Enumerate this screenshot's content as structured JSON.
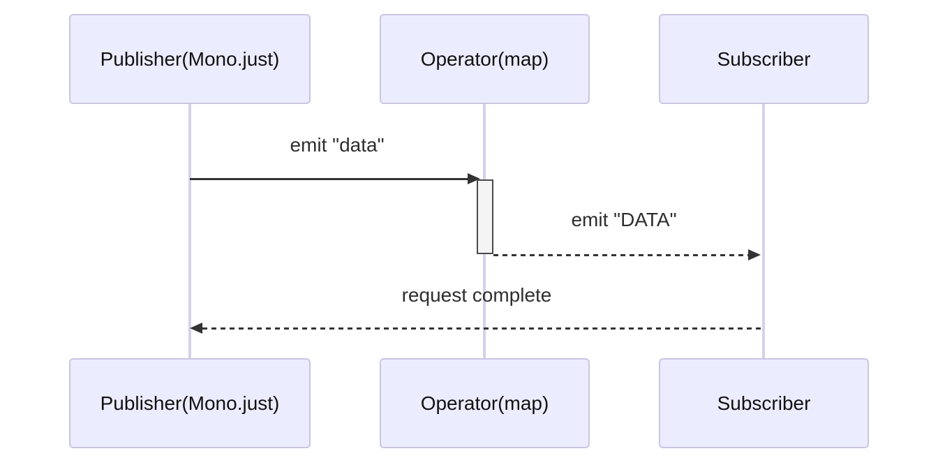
{
  "diagram": {
    "type": "sequence",
    "actors": [
      {
        "id": "publisher",
        "label": "Publisher(Mono.just)"
      },
      {
        "id": "operator",
        "label": "Operator(map)"
      },
      {
        "id": "subscriber",
        "label": "Subscriber"
      }
    ],
    "messages": [
      {
        "from": "publisher",
        "to": "operator",
        "label": "emit \"data\"",
        "line": "solid",
        "arrowhead": "filled-right"
      },
      {
        "from": "operator",
        "to": "subscriber",
        "label": "emit \"DATA\"",
        "line": "dashed",
        "arrowhead": "filled-right"
      },
      {
        "from": "subscriber",
        "to": "publisher",
        "label": "request complete",
        "line": "dashed",
        "arrowhead": "filled-left"
      }
    ],
    "activations": [
      {
        "actor": "operator",
        "starts_at_message": "emit \"data\"",
        "ends_at_message": "emit \"DATA\""
      }
    ],
    "colors": {
      "background": "#FFFFFF",
      "actor_fill": "#ECECFF",
      "actor_border": "#C9C6E1",
      "actor_text": "#111111",
      "lifeline": "#D6D1EA",
      "activation_fill": "#F4F4F4",
      "activation_border": "#4A4A4A",
      "message_line": "#333333",
      "message_text": "#2E2E2E"
    }
  }
}
